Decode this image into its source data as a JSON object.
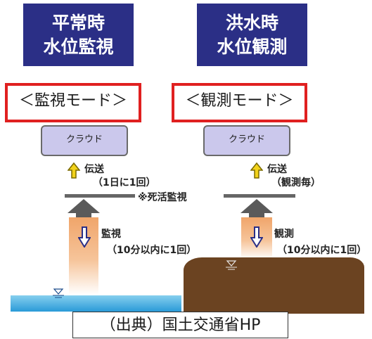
{
  "left": {
    "title_line1": "平常時",
    "title_line2": "水位監視",
    "mode": "＜監視モード＞",
    "cloud": "クラウド",
    "up_label": "伝送",
    "up_detail": "（1日に1回）",
    "note": "※死活監視",
    "down_label": "監視",
    "down_detail": "（10分以内に1回）"
  },
  "right": {
    "title_line1": "洪水時",
    "title_line2": "水位観測",
    "mode": "＜観測モード＞",
    "cloud": "クラウド",
    "up_label": "伝送",
    "up_detail": "（観測毎）",
    "down_label": "観測",
    "down_detail": "（10分以内に1回）"
  },
  "source": "（出典）国土交通省HP",
  "colors": {
    "title_bg": "#2b2f86",
    "mode_border": "#e02020",
    "cloud_bg": "#cbc8ec",
    "up_arrow": "#f2d21a",
    "down_arrow": "#2b2f86",
    "beam": "#f0a56a",
    "water": "#2a9ad8",
    "soil": "#6b4321"
  },
  "icons": {
    "up_arrow": "hollow-up-arrow",
    "down_arrow": "hollow-down-arrow",
    "water_level_mark": "water-level-triangle"
  }
}
